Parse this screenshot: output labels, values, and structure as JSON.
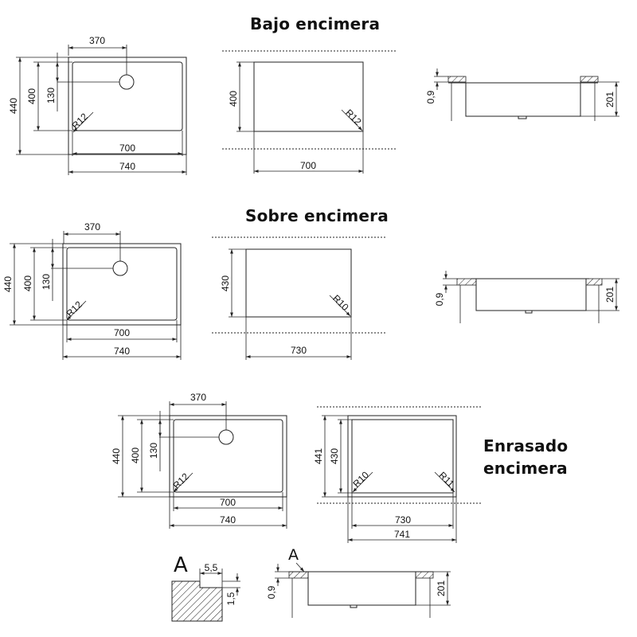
{
  "titles": {
    "bajo": "Bajo encimera",
    "sobre": "Sobre encimera",
    "enrasado_line1": "Enrasado",
    "enrasado_line2": "encimera"
  },
  "bajo": {
    "plan_width": "370",
    "outer_height": "440",
    "inner_height": "400",
    "drain_offset": "130",
    "corner_radius": "R12",
    "inner_width": "700",
    "outer_width": "740",
    "cutout_height": "400",
    "cutout_radius": "R12",
    "cutout_width": "700",
    "section_thickness": "0,9",
    "section_depth": "201"
  },
  "sobre": {
    "plan_width": "370",
    "outer_height": "440",
    "inner_height": "400",
    "drain_offset": "130",
    "corner_radius": "R12",
    "inner_width": "700",
    "outer_width": "740",
    "cutout_height": "430",
    "cutout_radius": "R10",
    "cutout_width": "730",
    "section_thickness": "0,9",
    "section_depth": "201"
  },
  "enrasado": {
    "plan_width": "370",
    "outer_height": "440",
    "inner_height": "400",
    "drain_offset": "130",
    "corner_radius": "R12",
    "inner_width": "700",
    "outer_width": "740",
    "cutout_outer_height": "441",
    "cutout_inner_height": "430",
    "cutout_radius_left": "R10",
    "cutout_radius_right": "R11",
    "cutout_inner_width": "730",
    "cutout_outer_width": "741",
    "detail_label": "A",
    "detail_width": "5,5",
    "detail_depth": "1,5",
    "section_label": "A",
    "section_thickness": "0,9",
    "section_depth": "201"
  }
}
